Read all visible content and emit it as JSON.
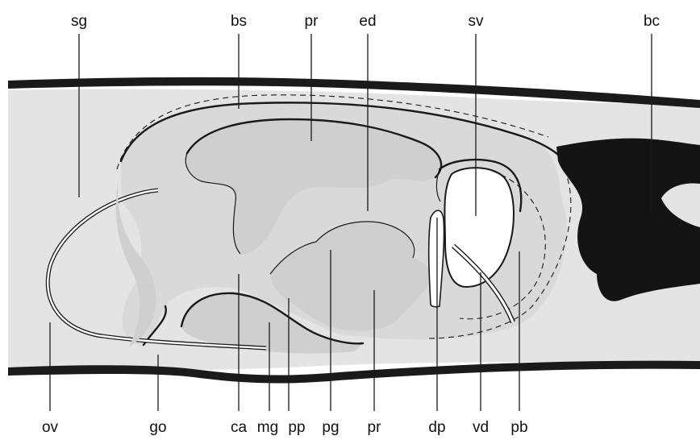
{
  "figure": {
    "labels_top": {
      "sg": "sg",
      "bs": "bs",
      "pr": "pr",
      "ed": "ed",
      "sv": "sv",
      "bc": "bc"
    },
    "labels_bottom": {
      "ov": "ov",
      "go": "go",
      "ca": "ca",
      "mg": "mg",
      "pp": "pp",
      "pg": "pg",
      "pr": "pr",
      "dp": "dp",
      "vd": "vd",
      "pb": "pb"
    }
  }
}
